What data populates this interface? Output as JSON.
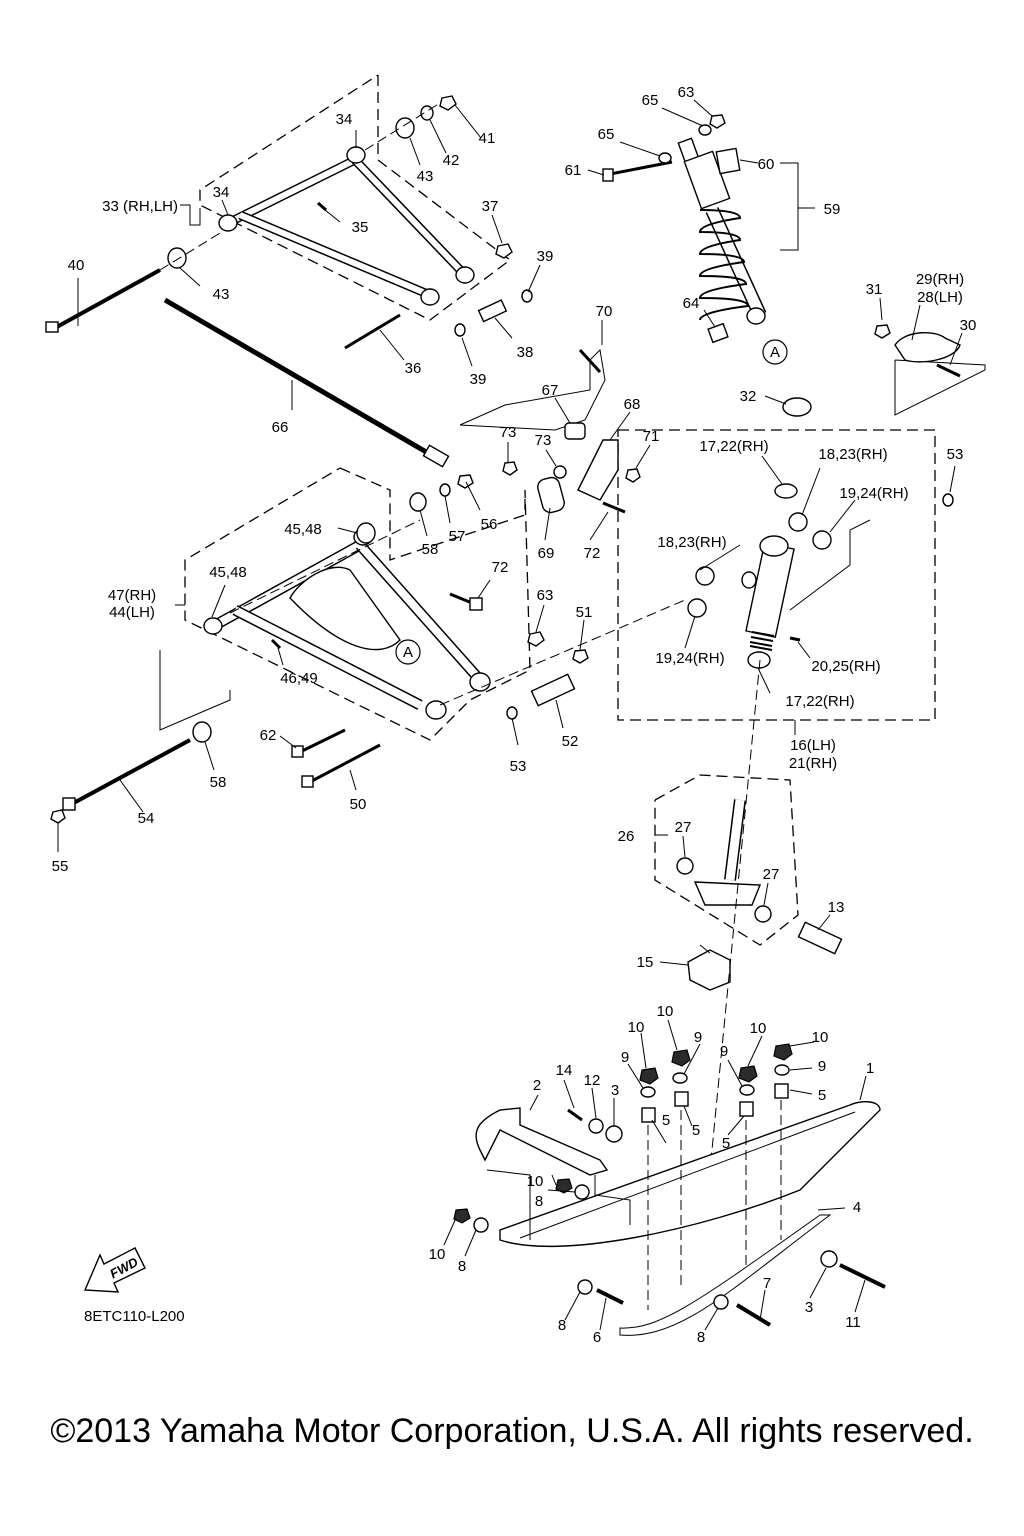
{
  "diagram_code": "8ETC110-L200",
  "copyright": "©2013 Yamaha Motor Corporation, U.S.A. All rights reserved.",
  "fwd_label": "FWD",
  "section_marker": "A",
  "callouts": {
    "c1": "1",
    "c2": "2",
    "c3a": "3",
    "c3b": "3",
    "c4": "4",
    "c5a": "5",
    "c5b": "5",
    "c5c": "5",
    "c5d": "5",
    "c6": "6",
    "c7": "7",
    "c8a": "8",
    "c8b": "8",
    "c8c": "8",
    "c8d": "8",
    "c9a": "9",
    "c9b": "9",
    "c9c": "9",
    "c9d": "9",
    "c10a": "10",
    "c10b": "10",
    "c10c": "10",
    "c10d": "10",
    "c10e": "10",
    "c10f": "10",
    "c11": "11",
    "c12": "12",
    "c13": "13",
    "c14": "14",
    "c15": "15",
    "c16": "16(LH)",
    "c21": "21(RH)",
    "c17a": "17,22(RH)",
    "c17b": "17,22(RH)",
    "c18a": "18,23(RH)",
    "c18b": "18,23(RH)",
    "c19a": "19,24(RH)",
    "c19b": "19,24(RH)",
    "c20": "20,25(RH)",
    "c26": "26",
    "c27a": "27",
    "c27b": "27",
    "c29": "29(RH)",
    "c28": "28(LH)",
    "c30": "30",
    "c31": "31",
    "c32": "32",
    "c33": "33 (RH,LH)",
    "c34a": "34",
    "c34b": "34",
    "c35": "35",
    "c36": "36",
    "c37": "37",
    "c38": "38",
    "c39a": "39",
    "c39b": "39",
    "c40": "40",
    "c41": "41",
    "c42": "42",
    "c43a": "43",
    "c43b": "43",
    "c47": "47(RH)",
    "c44": "44(LH)",
    "c45a": "45,48",
    "c45b": "45,48",
    "c46": "46,49",
    "c50": "50",
    "c51": "51",
    "c52": "52",
    "c53a": "53",
    "c53b": "53",
    "c54": "54",
    "c55": "55",
    "c56": "56",
    "c57": "57",
    "c58a": "58",
    "c58b": "58",
    "c59": "59",
    "c60": "60",
    "c61": "61",
    "c62": "62",
    "c63a": "63",
    "c63b": "63",
    "c64": "64",
    "c65a": "65",
    "c65b": "65",
    "c66": "66",
    "c67": "67",
    "c68": "68",
    "c69": "69",
    "c70": "70",
    "c71": "71",
    "c72a": "72",
    "c72b": "72",
    "c73a": "73",
    "c73b": "73"
  }
}
